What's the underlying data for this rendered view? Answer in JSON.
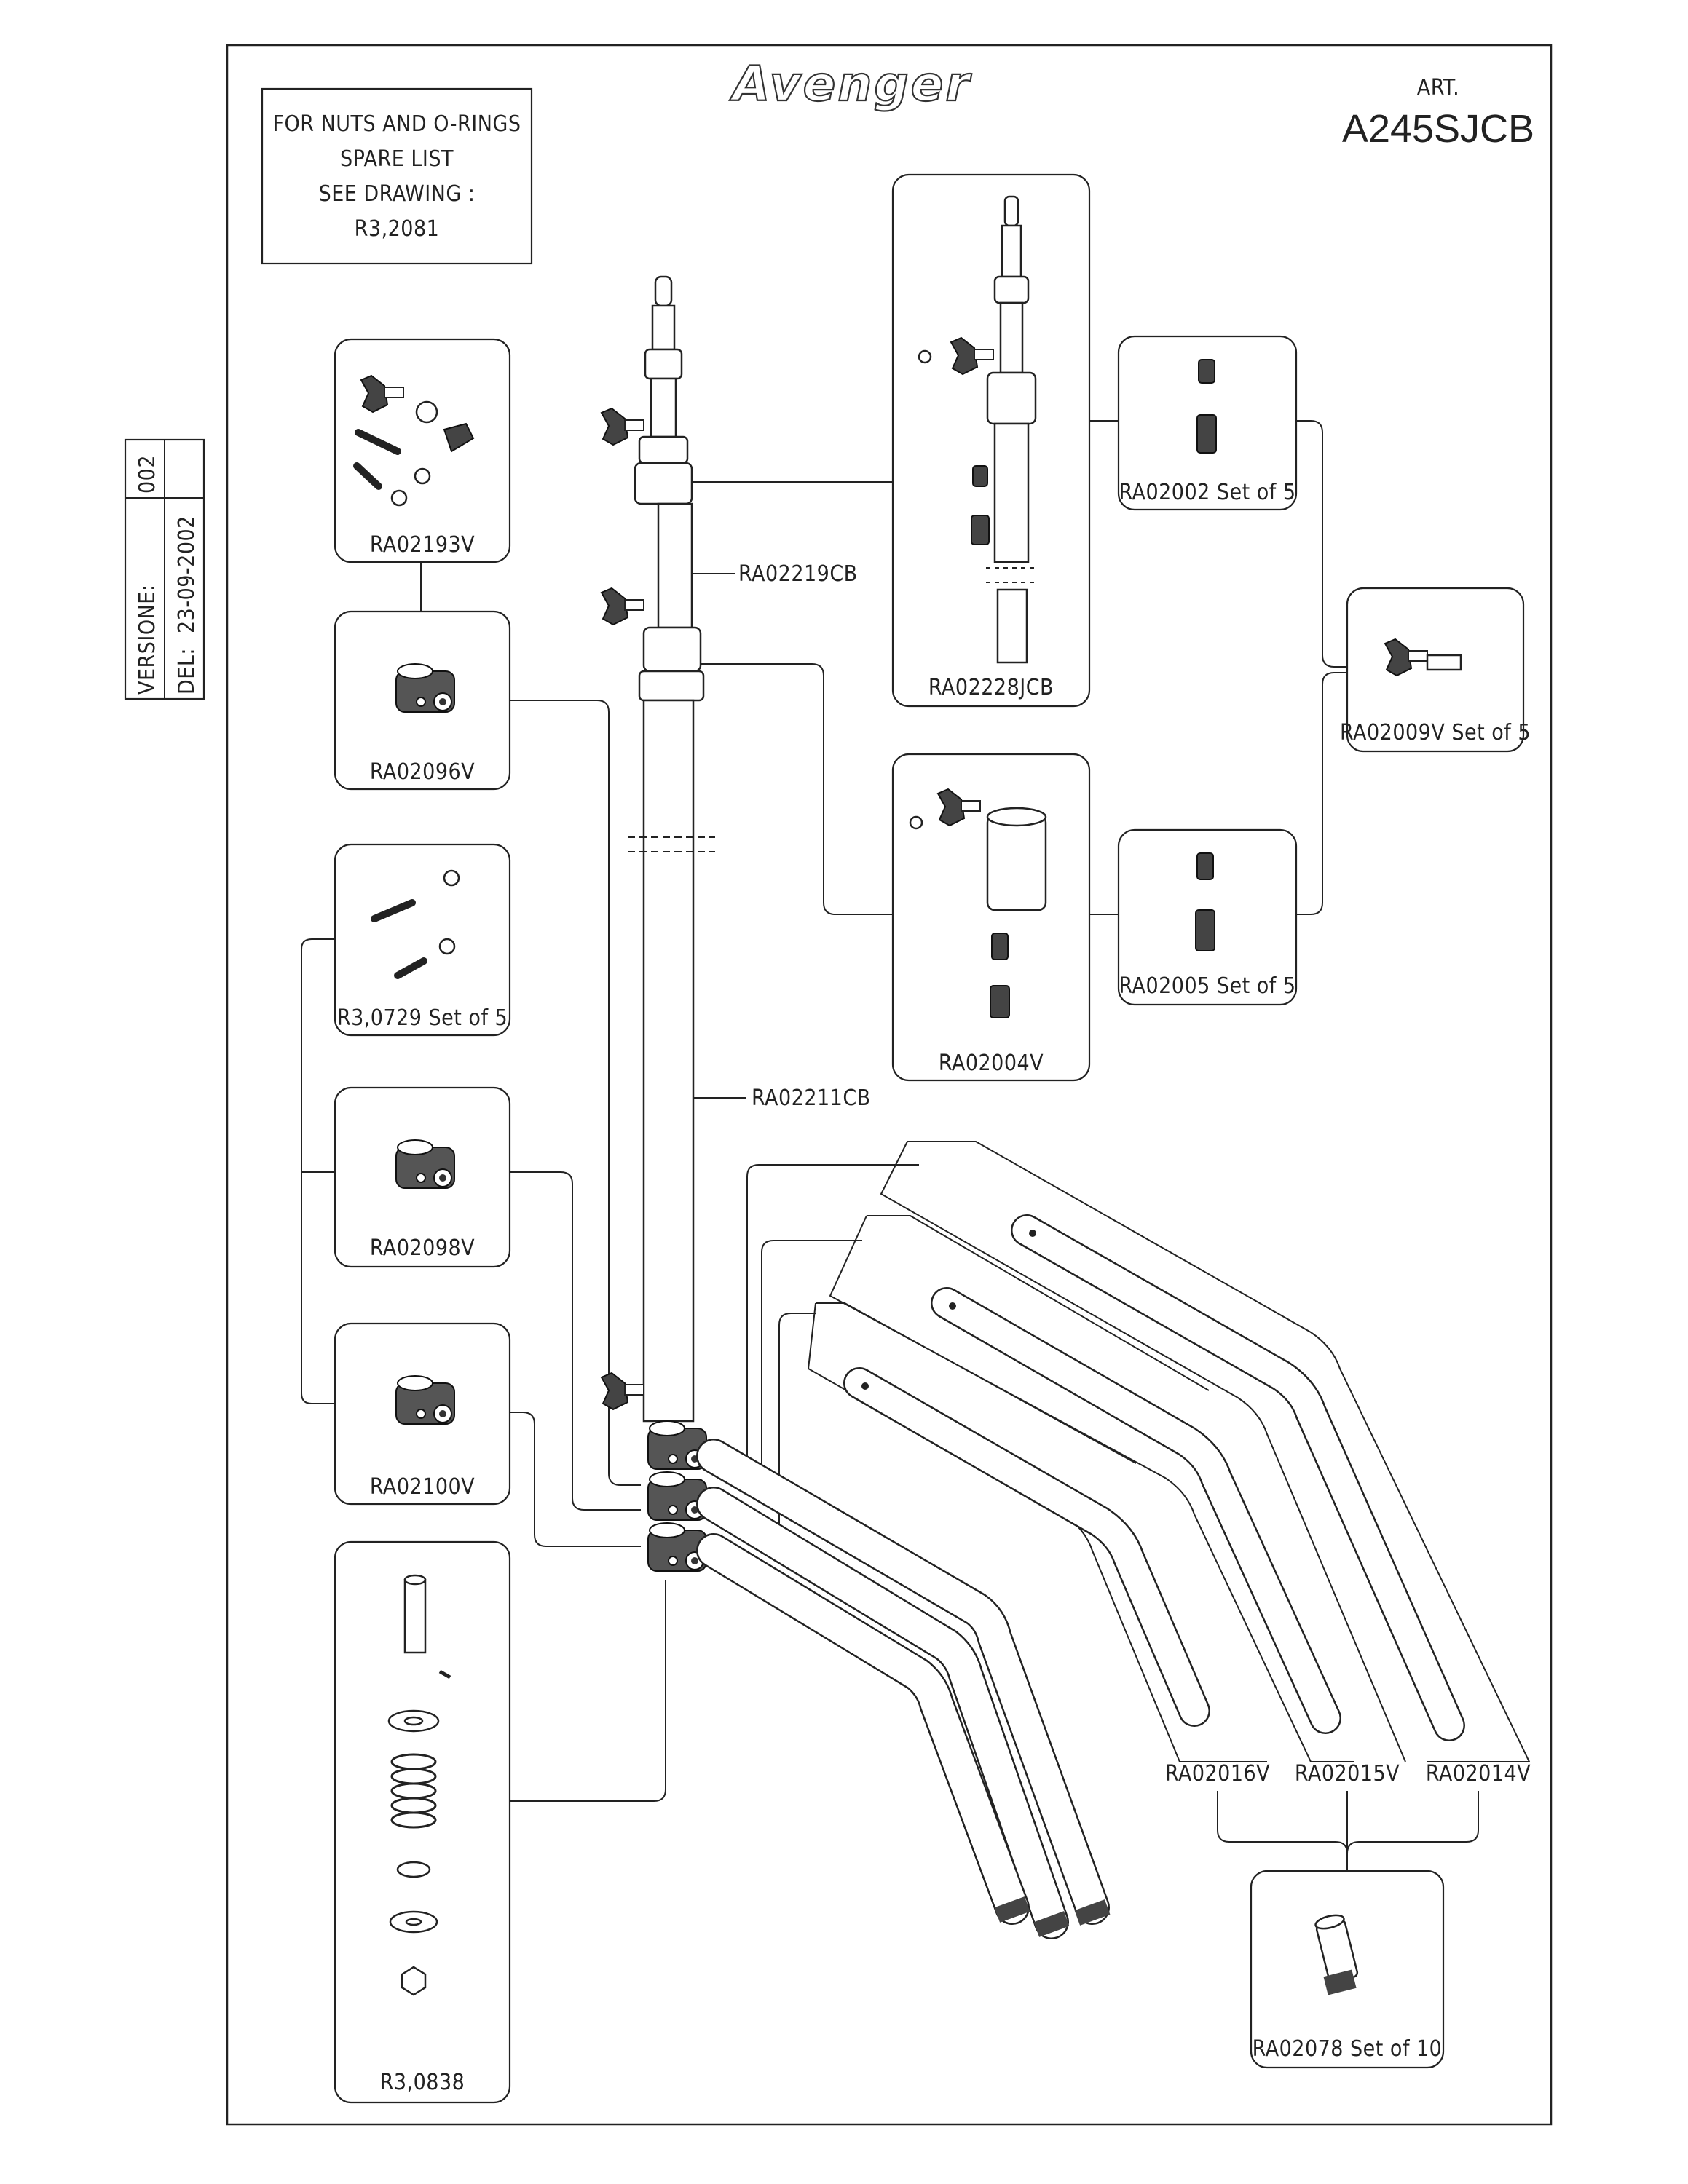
{
  "brand": "Avenger",
  "art": {
    "label": "ART.",
    "code": "A245SJCB"
  },
  "spare_note": [
    "FOR NUTS AND O-RINGS",
    "SPARE LIST",
    "SEE DRAWING :",
    "R3,2081"
  ],
  "version": {
    "versione_label": "VERSIONE:",
    "versione_value": "002",
    "del_label": "DEL:",
    "del_value": "23-09-2002"
  },
  "parts": {
    "ra02193v": "RA02193V",
    "ra02096v": "RA02096V",
    "r30729": "R3,0729 Set of 5",
    "ra02098v": "RA02098V",
    "ra02100v": "RA02100V",
    "r30838": "R3,0838",
    "ra02228jcb": "RA02228JCB",
    "ra02002": "RA02002 Set of 5",
    "ra02009v": "RA02009V Set of 5",
    "ra02004v": "RA02004V",
    "ra02005": "RA02005 Set of 5",
    "ra02219cb": "RA02219CB",
    "ra02211cb": "RA02211CB",
    "ra02016v": "RA02016V",
    "ra02015v": "RA02015V",
    "ra02014v": "RA02014V",
    "ra02078": "RA02078 Set of 10"
  }
}
